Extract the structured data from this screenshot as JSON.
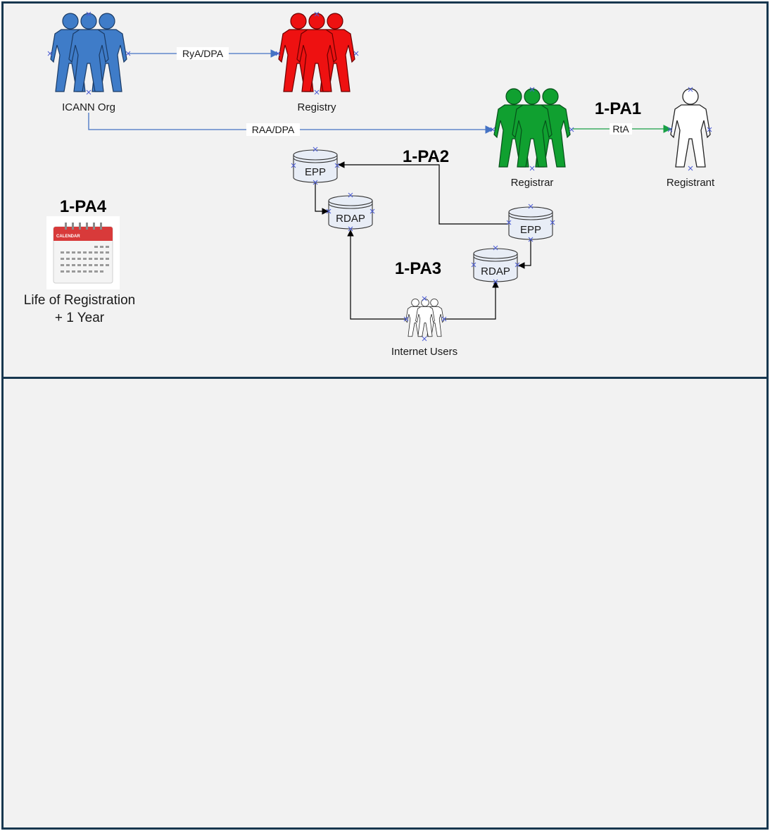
{
  "colors": {
    "frame_border": "#17374f",
    "panel_bg": "#f2f2f2",
    "icann": "#3f7cc8",
    "registry": "#ee1111",
    "registrar": "#10a030",
    "registrant": "#ffffff",
    "blue_line": "#4472c4",
    "green_line": "#18a045",
    "black_line": "#000000",
    "database_fill": "#e8edf6"
  },
  "actors": {
    "icann": "ICANN Org",
    "registry": "Registry",
    "registrar": "Registrar",
    "registrant": "Registrant",
    "internet_users": "Internet Users"
  },
  "edges": {
    "rya_dpa": "RyA/DPA",
    "raa_dpa": "RAA/DPA",
    "rta": "RtA"
  },
  "databases": {
    "epp_left": "EPP",
    "rdap_left": "RDAP",
    "epp_right": "EPP",
    "rdap_right": "RDAP"
  },
  "annotations": {
    "pa1": "1-PA1",
    "pa2": "1-PA2",
    "pa3": "1-PA3",
    "pa4": "1-PA4"
  },
  "retention": {
    "line1": "Life of Registration",
    "line2": "+ 1 Year"
  },
  "calendar": {
    "header": "CALENDAR",
    "icon": "calendar-icon"
  }
}
